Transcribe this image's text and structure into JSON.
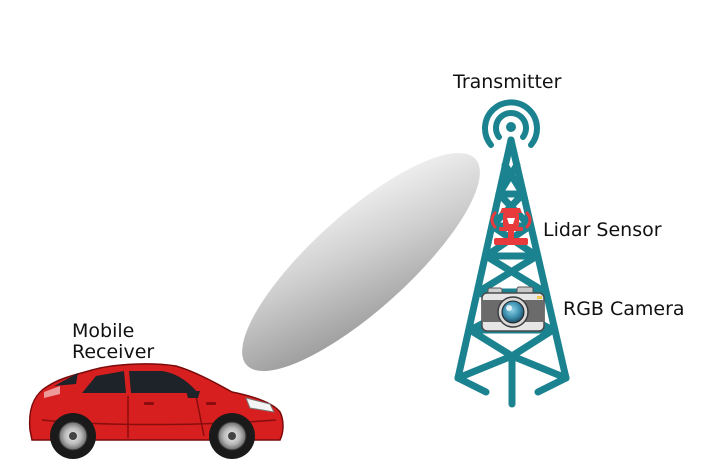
{
  "labels": {
    "transmitter": "Transmitter",
    "lidar": "Lidar Sensor",
    "camera": "RGB Camera",
    "receiver_line1": "Mobile",
    "receiver_line2": "Receiver"
  },
  "colors": {
    "tower": "#1b8390",
    "lidar": "#e8393c",
    "car_body": "#d81f1f",
    "beam_dark": "#8a8a8a",
    "beam_light": "#f7f7f7"
  },
  "icons": [
    "tower-icon",
    "signal-icon",
    "lidar-icon",
    "camera-icon",
    "car-icon",
    "beam"
  ]
}
